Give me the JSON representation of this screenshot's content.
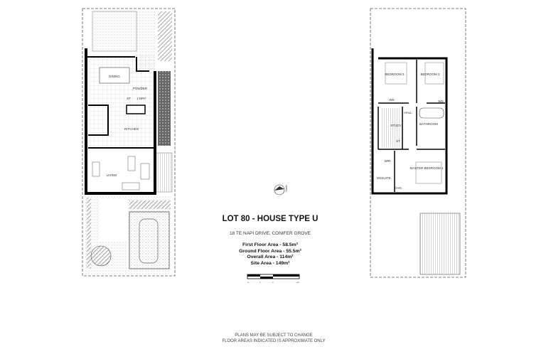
{
  "title": "LOT 80 - HOUSE TYPE U",
  "address": "18 TE NAPI DRIVE, CONIFER GROVE",
  "areas": [
    "First Floor Area - 58.5m²",
    "Ground Floor Area - 55.5m²",
    "Overall Area - 114m²",
    "Site Area - 149m²"
  ],
  "scale_bar": {
    "labels": [
      "0",
      "1",
      "2",
      "4m"
    ]
  },
  "north_label": "North",
  "notes": [
    "PLANS MAY BE SUBJECT TO CHANGE",
    "FLOOR AREAS INDICATED IS APPROXIMATE ONLY"
  ],
  "ground_floor": {
    "rooms": {
      "dining": "DINING",
      "powder": "POWDER",
      "store": "ST",
      "laundry": "L'DRY",
      "kitchen": "KITCHEN",
      "living": "LIVING"
    }
  },
  "first_floor": {
    "rooms": {
      "bedroom3": "BEDROOM 3",
      "bedroom2": "BEDROOM 2",
      "wd1": "WD",
      "wd2": "WD",
      "hall": "HALL",
      "study": "STUDY",
      "bathroom": "BATHROOM",
      "store": "ST",
      "wir": "WIR",
      "master": "MASTER BEDROOM 1",
      "ensuite": "ENSUITE",
      "chg": "CHG"
    }
  }
}
